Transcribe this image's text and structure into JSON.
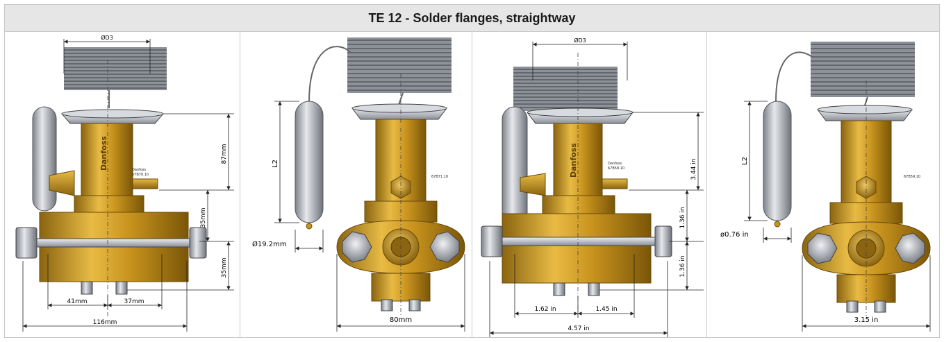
{
  "header": {
    "title": "TE 12 - Solder flanges, straightway"
  },
  "panels": [
    {
      "dims": {
        "d3": "ØD3",
        "h87": "87mm",
        "h35a": "35mm",
        "h35b": "35mm",
        "w41": "41mm",
        "w37": "37mm",
        "w116": "116mm"
      },
      "brand": "Danfoss",
      "code": "67B70.10"
    },
    {
      "dims": {
        "l2": "L2",
        "dia": "Ø19.2mm",
        "w80": "80mm"
      },
      "code": "67B71.10"
    },
    {
      "dims": {
        "d3": "ØD3",
        "h344": "3.44 in",
        "h136a": "1.36 in",
        "h136b": "1.36 in",
        "w162": "1.62 in",
        "w145": "1.45 in",
        "w457": "4.57 in"
      },
      "brand": "Danfoss",
      "code": "67B58.10"
    },
    {
      "dims": {
        "l2": "L2",
        "dia": "ø0.76 in",
        "w315": "3.15 in"
      },
      "code": "67B59.10"
    }
  ],
  "colors": {
    "brass": "#c9941e",
    "brassDark": "#8a6410",
    "steel": "#b8bcc4",
    "line": "#222222"
  }
}
